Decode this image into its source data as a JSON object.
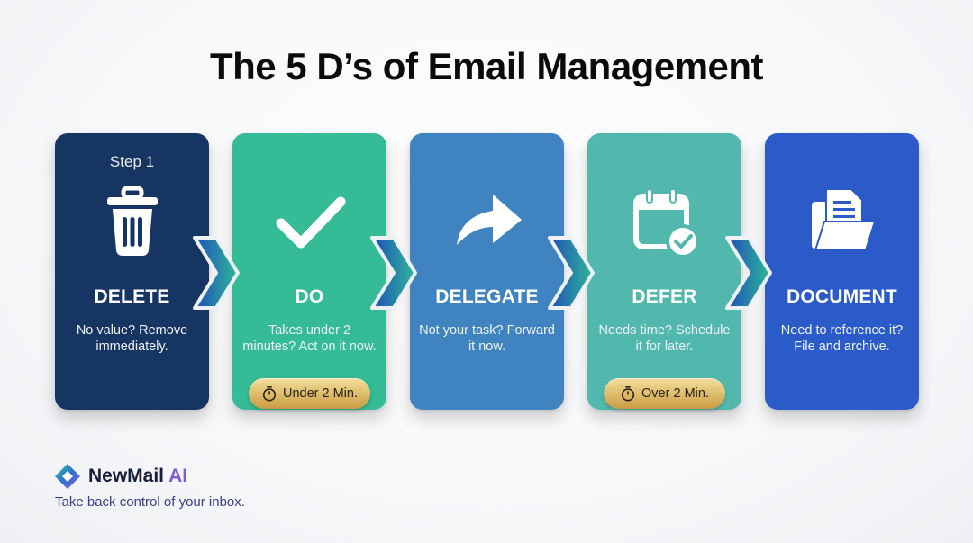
{
  "title": "The 5 D’s of Email Management",
  "cards": [
    {
      "step": "Step 1",
      "name": "DELETE",
      "desc": "No value? Remove immediately.",
      "icon": "trash-icon",
      "color": "#163563"
    },
    {
      "name": "DO",
      "desc": "Takes under 2 minutes? Act on it now.",
      "icon": "checkmark-icon",
      "color": "#35bb95",
      "badge": "Under 2 Min."
    },
    {
      "name": "DELEGATE",
      "desc": "Not your task? Forward it now.",
      "icon": "forward-arrow-icon",
      "color": "#3f83c0"
    },
    {
      "name": "DEFER",
      "desc": "Needs time? Schedule it for later.",
      "icon": "calendar-check-icon",
      "color": "#52b8ae",
      "badge": "Over 2 Min."
    },
    {
      "name": "DOCUMENT",
      "desc": "Need to reference it? File and archive.",
      "icon": "folder-document-icon",
      "color": "#2a5bc8"
    }
  ],
  "brand": {
    "name": "NewMail",
    "suffix": "AI",
    "tagline": "Take back control of your inbox."
  }
}
